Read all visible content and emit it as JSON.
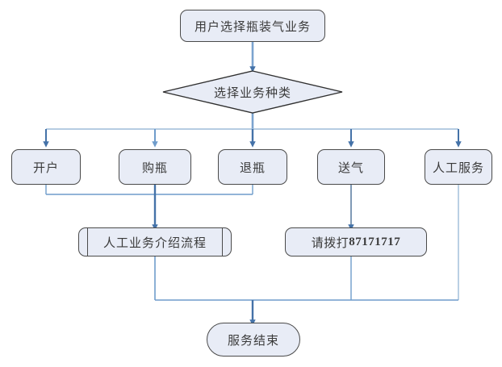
{
  "diagram": {
    "title_node": {
      "label": "用户选择瓶装气业务",
      "shape": "rounded-rectangle"
    },
    "decision": {
      "label": "选择业务种类",
      "shape": "diamond"
    },
    "options": [
      {
        "label": "开户"
      },
      {
        "label": "购瓶"
      },
      {
        "label": "退瓶"
      },
      {
        "label": "送气"
      },
      {
        "label": "人工服务"
      }
    ],
    "process": {
      "label": "人工业务介绍流程",
      "shape": "predefined-process"
    },
    "phone": {
      "prefix": "请拨打",
      "number": "87171717",
      "shape": "rounded-rectangle"
    },
    "end_node": {
      "label": "服务结束",
      "shape": "terminal"
    }
  },
  "colors": {
    "node_fill": "#e8ecf6",
    "node_border": "#4a4a4a",
    "connector_dark": "#4472a8",
    "connector_light": "#9dbbd9",
    "text": "#3a3a3a",
    "background": "#ffffff"
  }
}
